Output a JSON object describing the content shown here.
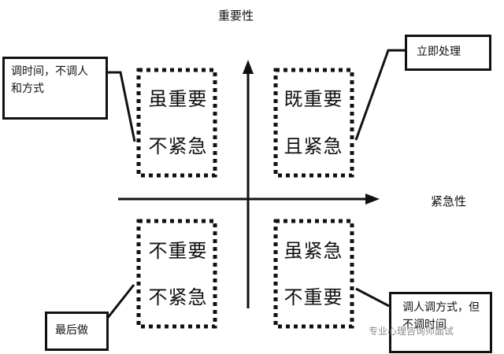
{
  "axes": {
    "y_label": "重要性",
    "x_label": "紧急性"
  },
  "quadrants": {
    "top_left": {
      "line1": "虽重要",
      "line2": "不紧急"
    },
    "top_right": {
      "line1": "既重要",
      "line2": "且紧急"
    },
    "bottom_left": {
      "line1": "不重要",
      "line2": "不紧急"
    },
    "bottom_right": {
      "line1": "虽紧急",
      "line2": "不重要"
    }
  },
  "notes": {
    "top_left": {
      "line1": "调时间，不调人",
      "line2": "和方式"
    },
    "top_right": {
      "line1": "立即处理"
    },
    "bottom_left": {
      "line1": "最后做"
    },
    "bottom_right": {
      "line1": "调人调方式，但",
      "line2": "不调时间"
    }
  },
  "watermark": "专业心理咨询师面试"
}
